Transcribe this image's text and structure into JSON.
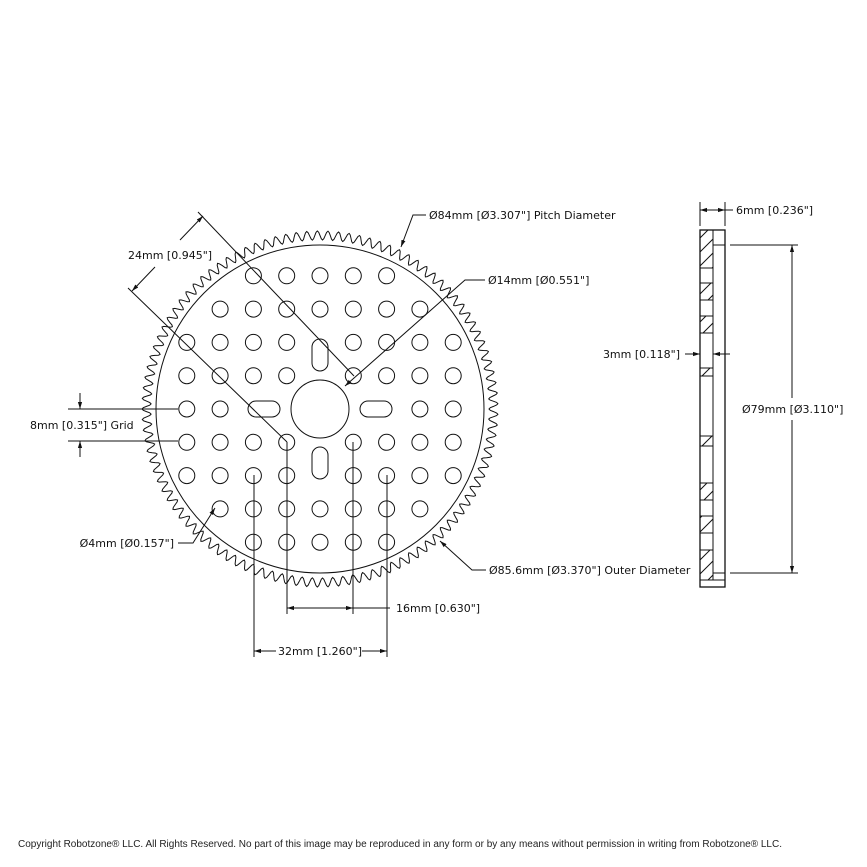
{
  "drawing": {
    "front_view": {
      "pitch_diameter": "Ø84mm [Ø3.307\"] Pitch Diameter",
      "hub_bore": "Ø14mm [Ø0.551\"]",
      "diagonal_spacing": "24mm [0.945\"]",
      "grid_spacing": "8mm [0.315\"] Grid",
      "hole_diameter": "Ø4mm [Ø0.157\"]",
      "outer_diameter": "Ø85.6mm [Ø3.370\"] Outer Diameter",
      "hole_spacing_small": "16mm [0.630\"]",
      "hole_spacing_large": "32mm [1.260\"]"
    },
    "side_view": {
      "thickness": "6mm [0.236\"]",
      "web_thickness": "3mm [0.118\"]",
      "inner_diameter": "Ø79mm [Ø3.110\"]"
    }
  },
  "footer": {
    "copyright": "Copyright Robotzone® LLC.  All Rights Reserved. No part of this image may be reproduced in any form or by any means without permission in writing from Robotzone® LLC."
  }
}
